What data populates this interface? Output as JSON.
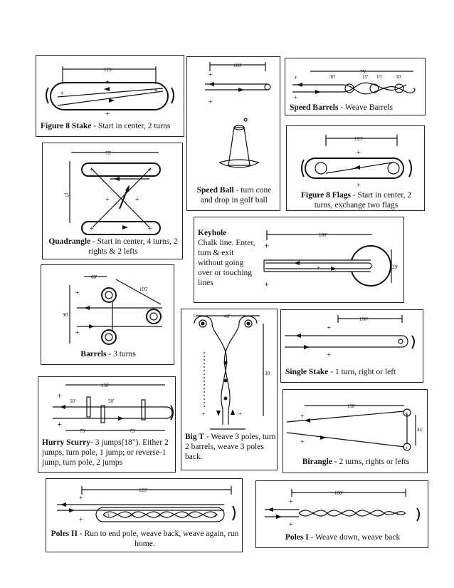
{
  "panels": {
    "figure8stake": {
      "title": "Figure 8 Stake",
      "desc": " - Start in center, 2 turns",
      "dim": "125'"
    },
    "speedball": {
      "title": "Speed Ball",
      "desc": " - turn cone and drop in golf ball",
      "dim": "100'"
    },
    "speedbarrels": {
      "title": "Speed Barrels",
      "desc": " - Weave Barrels",
      "dim": "75'",
      "sub1": "30'",
      "sub2": "15'",
      "sub3": "15'",
      "sub4": "30'"
    },
    "figure8flags": {
      "title": "Figure 8 Flags",
      "desc": " - Start in center, 2 turns, exchange two flags",
      "dim": "125'"
    },
    "quadrangle": {
      "title": "Quadrangle",
      "desc": " - Start in center, 4 turns, 2 rights & 2 lefts",
      "dim1": "75'",
      "dim2": "75'"
    },
    "keyhole": {
      "title": "Keyhole",
      "desc": "Chalk line. Enter, turn & exit without going over or touching lines",
      "dim1": "100'",
      "dim2": "20'"
    },
    "barrels": {
      "title": "Barrels",
      "desc": " - 3 turns",
      "dim1": "60'",
      "dim2": "105'",
      "dim3": "90'"
    },
    "bigt": {
      "title": "Big T",
      "desc": " - Weave 3 poles, turn 2 barrels, weave 3 poles back.",
      "dim1": "40'",
      "dim2": "30'",
      "dim3": "1"
    },
    "singlestake": {
      "title": "Single Stake",
      "desc": " - 1 turn, right or left",
      "dim": "150'"
    },
    "hurryscurry": {
      "title": "Hurry Scurry-",
      "desc": " 3 jumps(18\"). Either 2 jumps, turn pole, 1 jump;  or reverse-1 jump, turn pole, 2 jumps",
      "dim1": "150'",
      "dim2": "50'",
      "dim3": "50'",
      "dim4": "75'",
      "dim5": "75'"
    },
    "birangle": {
      "title": "Birangle -",
      "desc": " 2 turns, rights or lefts",
      "dim1": "150'",
      "dim2": "45'"
    },
    "poles2": {
      "title": "Poles II",
      "desc": " - Run to end pole, weave back, weave again, run home.",
      "dim": "125'"
    },
    "poles1": {
      "title": "Poles I",
      "desc": " - Weave down, weave back",
      "dim": "100'"
    }
  }
}
